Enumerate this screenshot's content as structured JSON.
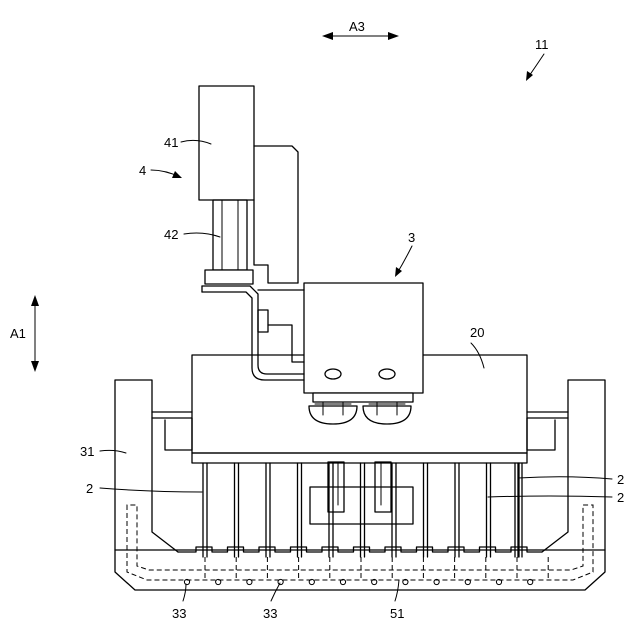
{
  "labels": {
    "dir_a3": "A3",
    "dir_a1": "A1",
    "ref_11": "11",
    "ref_41": "41",
    "ref_4": "4",
    "ref_42": "42",
    "ref_3": "3",
    "ref_20": "20",
    "ref_31": "31",
    "ref_2_left": "2",
    "ref_2_right_upper": "2",
    "ref_2_right_lower": "2",
    "ref_33_left": "33",
    "ref_33_mid": "33",
    "ref_51": "51"
  }
}
